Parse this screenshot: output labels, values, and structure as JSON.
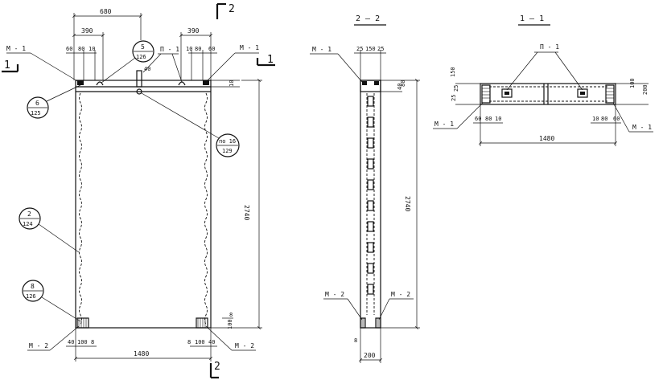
{
  "elevation": {
    "dim_top_overall": "680",
    "dim_390_left": "390",
    "dim_390_right": "390",
    "dim_60_left": "60",
    "dim_80_left": "80",
    "dim_10_left": "10",
    "dim_10_right": "10",
    "dim_80_right": "80",
    "dim_60_right": "60",
    "dim_40_top": "40",
    "dim_10_side": "10",
    "dim_height": "2740",
    "dim_bottom_100": "100",
    "dim_bottom_8_side": "8",
    "dim_bottom_40_left": "40",
    "dim_bottom_100_left": "100",
    "dim_bottom_8_left": "8",
    "dim_bottom_8_right": "8",
    "dim_bottom_100_right": "100",
    "dim_bottom_40_right": "40",
    "dim_width": "1480",
    "label_m1_left": "M - 1",
    "label_m1_right": "M - 1",
    "label_p1": "П - 1",
    "label_m2_left": "M - 2",
    "label_m2_right": "M - 2",
    "section_marker_top": "2",
    "section_marker_bottom": "2",
    "section_marker_left": "1",
    "section_marker_right": "1",
    "callout_5": {
      "top": "5",
      "bottom": "126"
    },
    "callout_6": {
      "top": "6",
      "bottom": "125"
    },
    "callout_po16": {
      "top": "по 16",
      "bottom": "129"
    },
    "callout_2": {
      "top": "2",
      "bottom": "124"
    },
    "callout_8": {
      "top": "8",
      "bottom": "126"
    }
  },
  "section22": {
    "title": "2 — 2",
    "label_m1": "M - 1",
    "label_m2_left": "M - 2",
    "label_m2_right": "M - 2",
    "dim_25_left": "25",
    "dim_150": "150",
    "dim_25_right": "25",
    "dim_40": "40",
    "dim_80": "80",
    "dim_height": "2740",
    "dim_8": "8",
    "dim_200": "200"
  },
  "section11": {
    "title": "1 — 1",
    "label_p1": "П - 1",
    "label_m1_left": "M - 1",
    "label_m1_right": "M - 1",
    "dim_25_a": "25",
    "dim_150": "150",
    "dim_25_b": "25",
    "dim_100": "100",
    "dim_200": "200",
    "dim_60_left": "60",
    "dim_80_left": "80",
    "dim_10_left": "10",
    "dim_10_right": "10",
    "dim_80_right": "80",
    "dim_60_right": "60",
    "dim_width": "1480"
  }
}
